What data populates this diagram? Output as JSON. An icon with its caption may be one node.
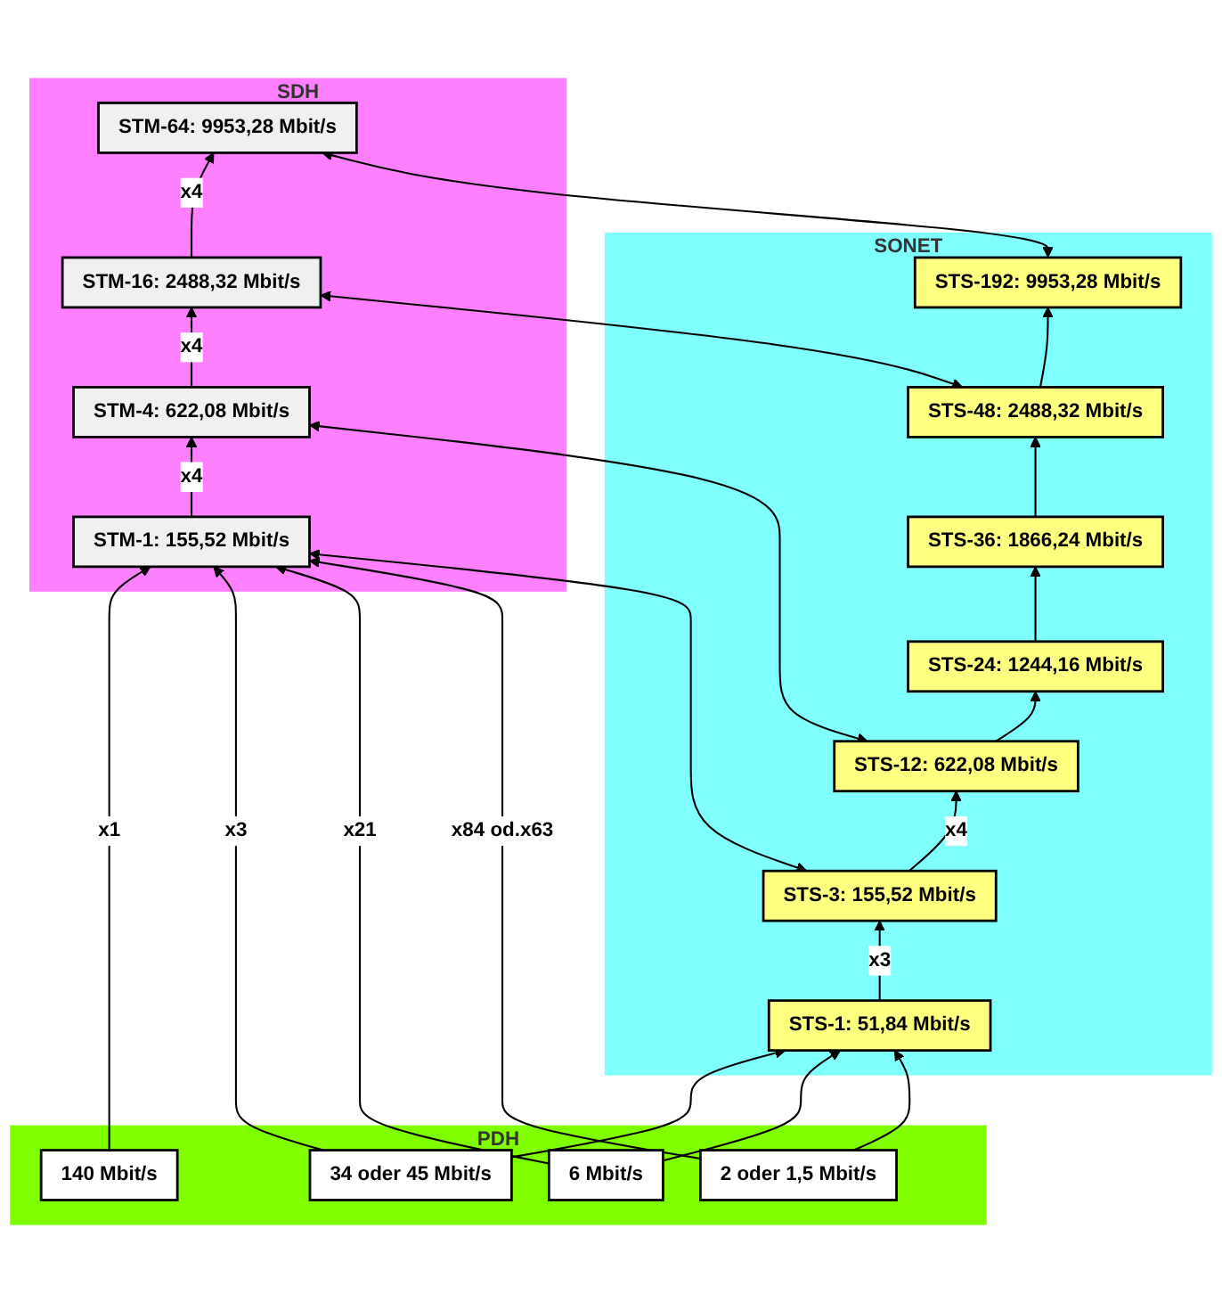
{
  "diagram": {
    "nodes": [
      {
        "text": [
          "SONET"
        ]
      },
      {
        "text": [
          "STS-192: 9953,28 Mbit/s"
        ],
        "in": 0
      },
      {
        "text": [
          "STS-48: 2488,32 Mbit/s"
        ],
        "in": 0
      },
      {
        "text": [
          "STS-36: 1866,24 Mbit/s"
        ],
        "in": 0
      },
      {
        "text": [
          "STS-24: 1244,16 Mbit/s"
        ],
        "in": 0
      },
      {
        "text": [
          "STS-12: 622,08 Mbit/s"
        ],
        "in": 0
      },
      {
        "text": [
          "STS-3: 155,52 Mbit/s"
        ],
        "in": 0
      },
      {
        "text": [
          "STS-1: 51,84 Mbit/s"
        ],
        "in": 0
      },
      {
        "text": [
          "SDH"
        ]
      },
      {
        "text": [
          "STM-64: 9953,28 Mbit/s"
        ],
        "in": 8
      },
      {
        "text": [
          "STM-16: 2488,32 Mbit/s"
        ],
        "in": 8
      },
      {
        "text": [
          "STM-4: 622,08 Mbit/s"
        ],
        "in": 8
      },
      {
        "text": [
          "STM-1: 155,52 Mbit/s"
        ],
        "in": 8
      },
      {
        "text": [
          "PDH"
        ]
      },
      {
        "text": [
          "140 Mbit/s"
        ],
        "in": 13
      },
      {
        "text": [
          "34 oder 45 Mbit/s"
        ],
        "in": 13
      },
      {
        "text": [
          "6 Mbit/s"
        ],
        "in": 13
      },
      {
        "text": [
          "2 oder 1,5 Mbit/s"
        ],
        "in": 13
      }
    ],
    "edges": [
      {
        "from": 7,
        "to": 6,
        "arrow": "to",
        "label": "x3"
      },
      {
        "from": 6,
        "to": 5,
        "arrow": "to",
        "label": "x4"
      },
      {
        "from": 5,
        "to": 4,
        "arrow": "to"
      },
      {
        "from": 4,
        "to": 3,
        "arrow": "to"
      },
      {
        "from": 3,
        "to": 2,
        "arrow": "to"
      },
      {
        "from": 2,
        "to": 1,
        "arrow": "to"
      },
      {
        "from": 12,
        "to": 11,
        "arrow": "to",
        "label": "x4"
      },
      {
        "from": 11,
        "to": 10,
        "arrow": "to",
        "label": "x4"
      },
      {
        "from": 10,
        "to": 9,
        "arrow": "to",
        "label": "x4"
      },
      {
        "from": 1,
        "to": 9,
        "arrow": "both"
      },
      {
        "from": 2,
        "to": 10,
        "arrow": "both"
      },
      {
        "from": 5,
        "to": 11,
        "arrow": "both"
      },
      {
        "from": 6,
        "to": 12,
        "arrow": "both"
      },
      {
        "from": 15,
        "to": 7,
        "arrow": "to"
      },
      {
        "from": 16,
        "to": 7,
        "arrow": "to"
      },
      {
        "from": 17,
        "to": 7,
        "arrow": "to"
      },
      {
        "from": 14,
        "to": 12,
        "arrow": "to",
        "label": "x1"
      },
      {
        "from": 15,
        "to": 12,
        "arrow": "to",
        "label": "x3"
      },
      {
        "from": 16,
        "to": 12,
        "arrow": "to",
        "label": "x21"
      },
      {
        "from": 17,
        "to": 12,
        "arrow": "to",
        "label": "x84 od.x63"
      }
    ]
  }
}
